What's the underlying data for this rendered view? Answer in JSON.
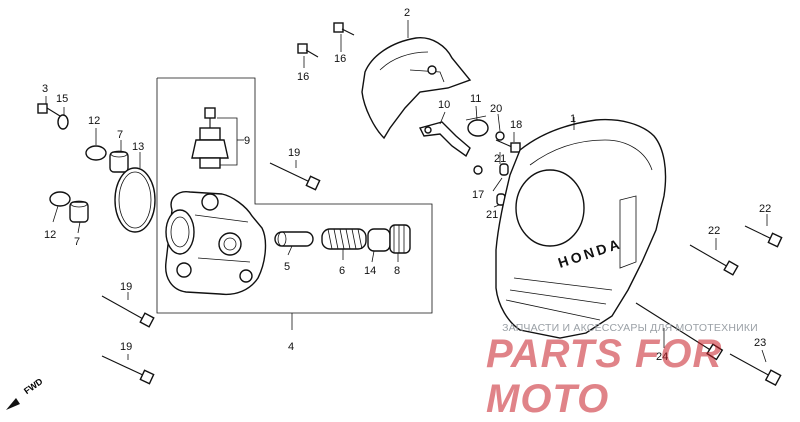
{
  "labels": {
    "p1": "1",
    "p2": "2",
    "p3": "3",
    "p4": "4",
    "p5": "5",
    "p6": "6",
    "p7a": "7",
    "p7b": "7",
    "p8": "8",
    "p9": "9",
    "p10": "10",
    "p11": "11",
    "p12a": "12",
    "p12b": "12",
    "p13": "13",
    "p14": "14",
    "p15": "15",
    "p16a": "16",
    "p16b": "16",
    "p17": "17",
    "p18": "18",
    "p19a": "19",
    "p19b": "19",
    "p19c": "19",
    "p20": "20",
    "p21a": "21",
    "p21b": "21",
    "p22a": "22",
    "p22b": "22",
    "p23": "23",
    "p24": "24"
  },
  "cover_logo": "HONDA",
  "fwd_label": "FWD",
  "watermark": {
    "line": "ЗАПЧАСТИ И АКСЕССУАРЫ ДЛЯ МОТОТЕХНИКИ",
    "logo": "PARTS FOR MOTO",
    "color": "#c81e28",
    "line_color": "#9aa0a6"
  }
}
